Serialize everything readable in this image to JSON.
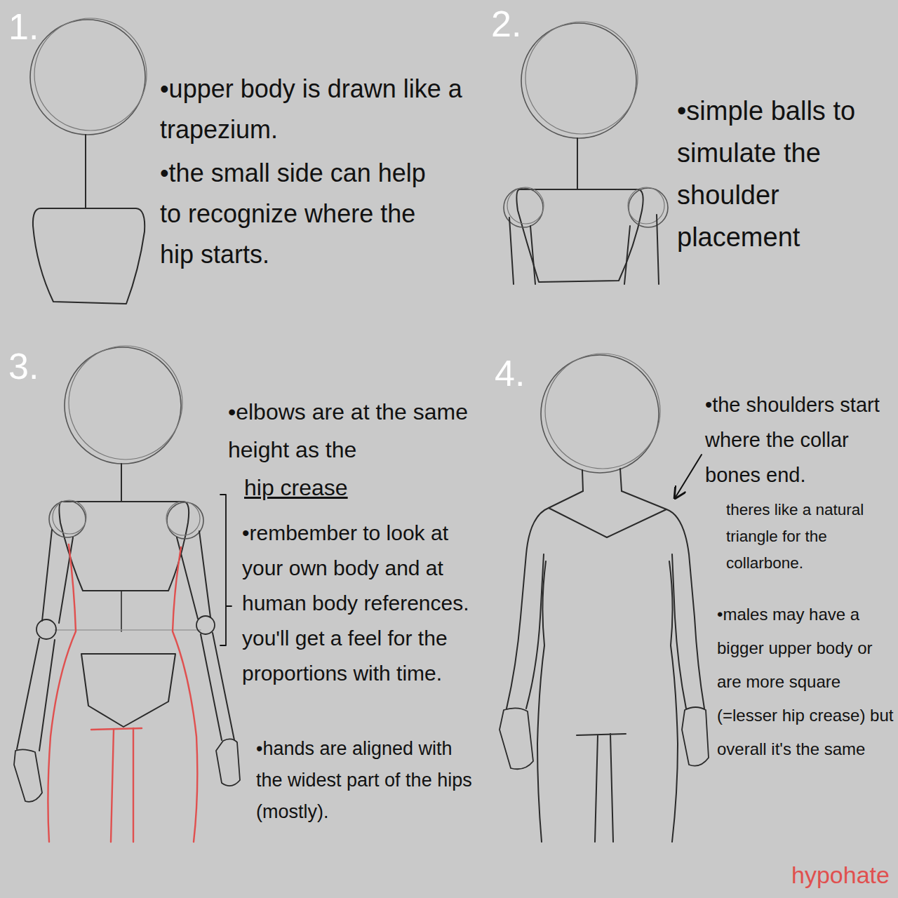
{
  "diagram": {
    "labels": [
      "1.",
      "•upper body is drawn like a trapezium.",
      "•the small side can help to recognize where the hip starts.",
      "2.",
      "•simple balls to simulate the shoulder placement",
      "3.",
      "•elbows are at the same height as the",
      "hip crease",
      "•rembember to look at your own body and at human body references. you'll get a feel for the proportions with time.",
      "•hands are aligned with the widest part of the hips (mostly).",
      "4.",
      "•the shoulders start where the collar bones end.",
      "theres like a natural triangle for the collarbone.",
      "•males may have a bigger upper body or are more square (=lesser hip crease) but overall it's the same",
      "hypohate"
    ]
  }
}
